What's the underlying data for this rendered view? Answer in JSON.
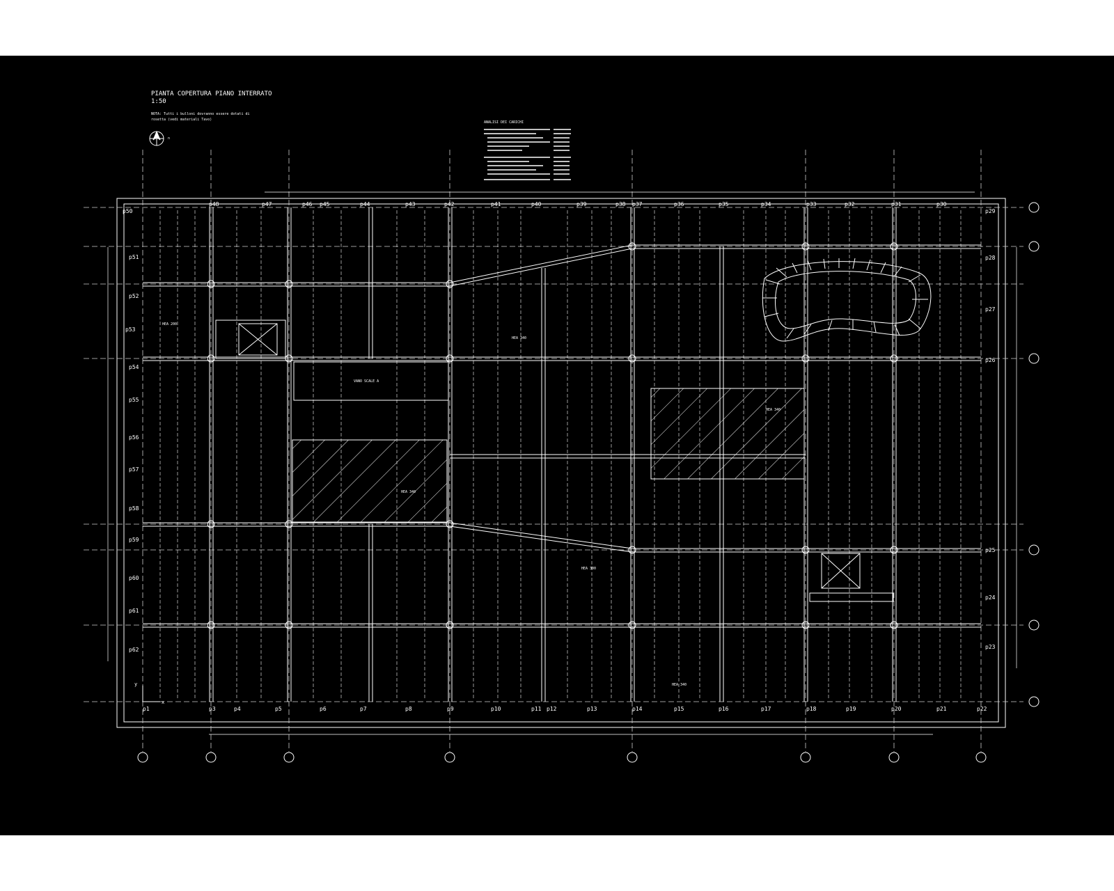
{
  "drawing": {
    "title": "PIANTA COPERTURA PIANO INTERRATO",
    "scale": "1:50",
    "note_line1": "NOTA: Tutti i bulloni dovranno essere dotati di",
    "note_line2": "rosetta (vedi materiali Tavo)",
    "north_label": "n",
    "loads_title": "ANALISI DEI CARICHI",
    "room_labels": {
      "stair_a": "VANO SCALE A",
      "hea_340_a": "HEA 340",
      "hea_340_b": "HEA 340",
      "hea_340_c": "HEA 340",
      "hea_300": "HEA 300",
      "hea_200": "HEA 200",
      "hea_340_d": "HEA 340"
    },
    "axis_labels": {
      "x": "x",
      "y": "y"
    },
    "piers_top": [
      "p50",
      "p48",
      "p47",
      "p46",
      "p45",
      "p44",
      "p43",
      "p42",
      "p41",
      "p40",
      "p39",
      "p38",
      "p37",
      "p36",
      "p35",
      "p34",
      "p33",
      "p32",
      "p31",
      "p30",
      "p29"
    ],
    "piers_bottom": [
      "p1",
      "p3",
      "p4",
      "p5",
      "p6",
      "p7",
      "p8",
      "p9",
      "p10",
      "p11",
      "p12",
      "p13",
      "p14",
      "p15",
      "p16",
      "p17",
      "p18",
      "p19",
      "p20",
      "p21",
      "p22"
    ],
    "piers_left": [
      "p51",
      "p52",
      "p53",
      "p54",
      "p55",
      "p56",
      "p57",
      "p58",
      "p59",
      "p60",
      "p61",
      "p62"
    ],
    "piers_right": [
      "p28",
      "p27",
      "p26",
      "p25",
      "p24",
      "p23"
    ]
  },
  "colors": {
    "background": "#000000",
    "lines": "#ffffff",
    "dashes": "#cfcfcf"
  }
}
